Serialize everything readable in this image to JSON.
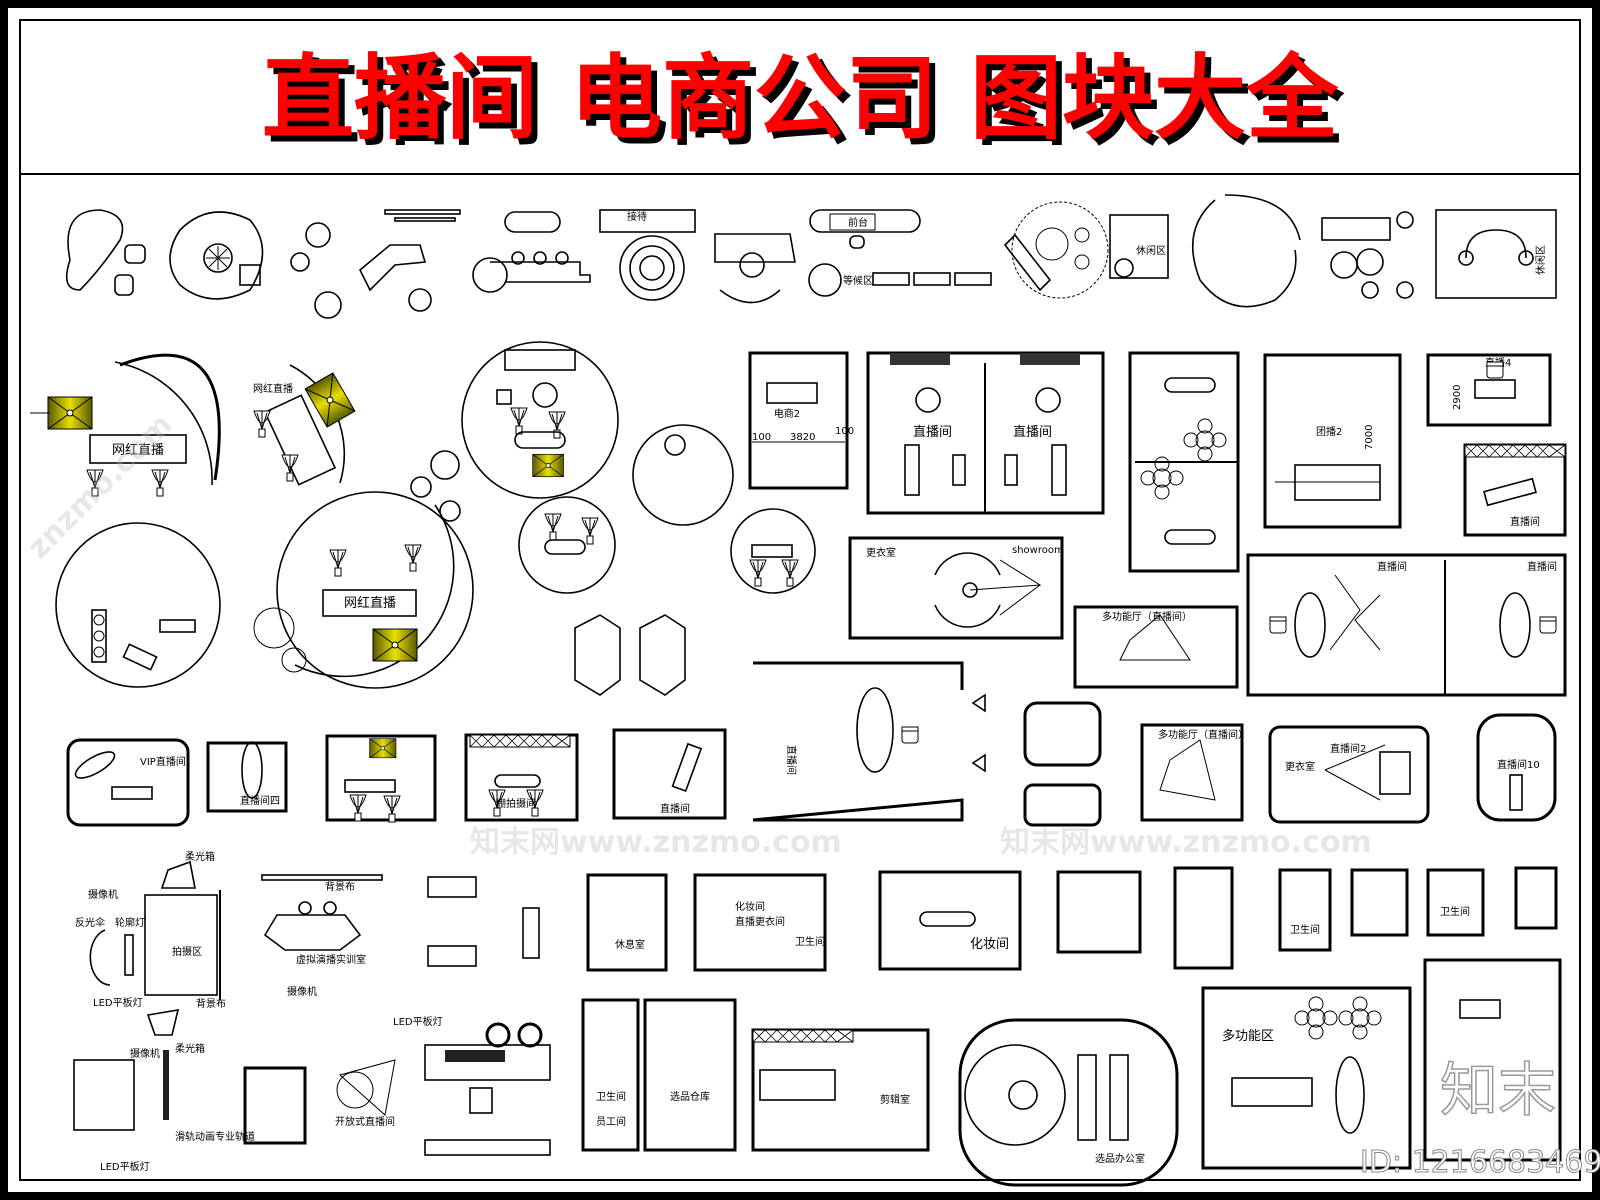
{
  "title": "直播间 电商公司 图块大全",
  "colors": {
    "title": "#ff0000",
    "light_fill": "#c8c000",
    "line": "#000000"
  },
  "top_strip": {
    "reception": "接待",
    "front_desk": "前台",
    "waiting": "等候区",
    "lounge": "休闲区",
    "lounge2": "休闲区"
  },
  "rooms": {
    "wanghong1": "网红直播",
    "wanghong2": "网红直播",
    "wanghong3": "网红直播",
    "ecommerce2": "电商2",
    "live_a": "直播间",
    "live_b": "直播间",
    "group2": "团播2",
    "live4": "直播4",
    "live_c": "直播间",
    "changing": "更衣室",
    "showroom": "showroom",
    "multi_hall": "多功能厅（直播间）",
    "live_d": "直播间",
    "live_e": "直播间",
    "vip": "VIP直播间",
    "live_four": "直播间四",
    "studio_shoot": "棚拍摄间",
    "live_f": "直播间",
    "live_vertical": "直播间",
    "multi_hall2": "多功能厅（直播间）",
    "live2": "直播间2",
    "changing2": "更衣室",
    "live10": "直播间10",
    "shoot_area": "拍摄区",
    "virtual_studio": "虚拟演播实训室",
    "makeup": "化妆间",
    "live_changing": "直播更衣间",
    "wc": "卫生间",
    "makeup2": "化妆间",
    "rest": "休息室",
    "multi_area": "多功能区",
    "selection_office": "选品办公室",
    "editing": "剪辑室",
    "wc2": "卫生间",
    "staff": "员工间",
    "warehouse": "选品仓库",
    "open_live": "开放式直播间",
    "wc3": "卫生间",
    "wc4": "卫生间"
  },
  "equipment": {
    "softbox": "柔光箱",
    "camera": "摄像机",
    "reflector": "反光伞",
    "backlight": "轮廓灯",
    "led": "LED平板灯",
    "backdrop": "背景布",
    "backdrop2": "背景布",
    "camera2": "摄像机",
    "led2": "LED平板灯",
    "softbox2": "柔光箱",
    "camera3": "摄像机",
    "led3": "LED平板灯",
    "rail": "滑轨动画专业轨道"
  },
  "dimensions": {
    "d1": "100",
    "d2": "3820",
    "d3": "100",
    "d4": "7000",
    "d5": "2900"
  },
  "watermarks": {
    "site": "znzmo.com",
    "site_full": "知末网www.znzmo.com",
    "logo": "知末",
    "id": "ID: 1216683469"
  }
}
